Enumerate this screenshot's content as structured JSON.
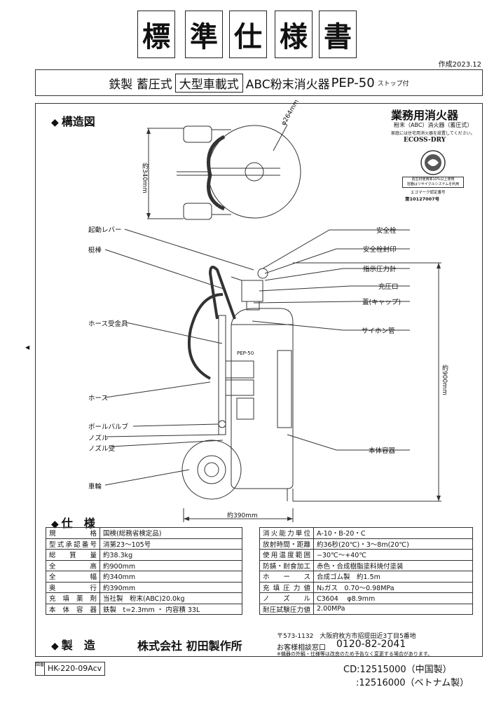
{
  "header": {
    "title_chars": [
      "標",
      "準",
      "仕",
      "様",
      "書"
    ],
    "created": "作成2023.12"
  },
  "product": {
    "material": "鉄製",
    "type": "蓄圧式",
    "category_boxed": "大型車載式",
    "name": "ABC粉末消火器",
    "model": "PEP-50",
    "note": "ストップ付"
  },
  "structure": {
    "section_title": "構造図",
    "section_mark": "◆",
    "badge": {
      "title": "業務用消火器",
      "subtitle": "粉末（ABC）消火器（蓄圧式）",
      "caption": "家庭には住宅用消火器を設置してください。",
      "logo": "ECOSS-DRY",
      "recycle_line1": "再生材使用率10%以上使用",
      "recycle_line2": "容器はリサイクルシステムを利用",
      "ecomark_label": "エコマーク認定番号",
      "ecomark_number": "第10127007号"
    },
    "dimensions": {
      "diameter": "φ264mm",
      "depth": "約340mm",
      "height": "約900mm",
      "width": "約390mm"
    },
    "labels_left": [
      "起動レバー",
      "梃棒",
      "ホース受金具",
      "ホース",
      "ボールバルブ",
      "ノズル",
      "ノズル受",
      "車輪"
    ],
    "labels_right": [
      "安全栓",
      "安全栓封印",
      "指示圧力計",
      "充圧口",
      "蓋(キャップ)",
      "サイホン管",
      "本体容器"
    ],
    "body_model_text": "PEP-50"
  },
  "specs": {
    "section_title": "仕　様",
    "section_mark": "◆",
    "left": [
      {
        "key": "規格",
        "value": "国検(総務省検定品)"
      },
      {
        "key": "型式承認番号",
        "value": "消第23〜105号"
      },
      {
        "key": "総質量",
        "value": "約38.3kg"
      },
      {
        "key": "全高",
        "value": "約900mm"
      },
      {
        "key": "全幅",
        "value": "約340mm"
      },
      {
        "key": "奥行",
        "value": "約390mm"
      },
      {
        "key": "充填薬剤",
        "value": "当社製　粉末(ABC)20.0kg"
      },
      {
        "key": "本体容器",
        "value": "鉄製　t=2.3mm ・ 内容積 33L"
      }
    ],
    "right": [
      {
        "key": "消火能力単位",
        "value": "A-10・B-20・C"
      },
      {
        "key": "放射時間・距離",
        "value": "約36秒(20℃)・3〜8m(20℃)"
      },
      {
        "key": "使用温度範囲",
        "value": "−30℃〜+40℃"
      },
      {
        "key": "防錆・耐食加工",
        "value": "赤色・合成樹脂塗料焼付塗装"
      },
      {
        "key": "ホース",
        "value": "合成ゴム製　約1.5m"
      },
      {
        "key": "充填圧力値",
        "value": "N₂ガス　0.70〜0.98MPa"
      },
      {
        "key": "ノズル",
        "value": "C3604　 φ8.9mm"
      },
      {
        "key": "耐圧試験圧力値",
        "value": "2.00MPa"
      }
    ]
  },
  "maker": {
    "section_title": "製　造",
    "section_mark": "◆",
    "company": "株式会社 初田製作所",
    "address": "〒573-1132　大阪府枚方市招提田近3丁目5番地",
    "tel_label": "お客様相談窓口",
    "tel": "0120-82-2041",
    "note": "※機器の外観・仕様等は改良のため予告なく変更する場合があります。"
  },
  "footer": {
    "drawing_label": "図番",
    "drawing_number": "HK-220-09Acv",
    "cd_line1": "CD:12515000（中国製）",
    "cd_line2": ":12516000（ベトナム製）"
  }
}
